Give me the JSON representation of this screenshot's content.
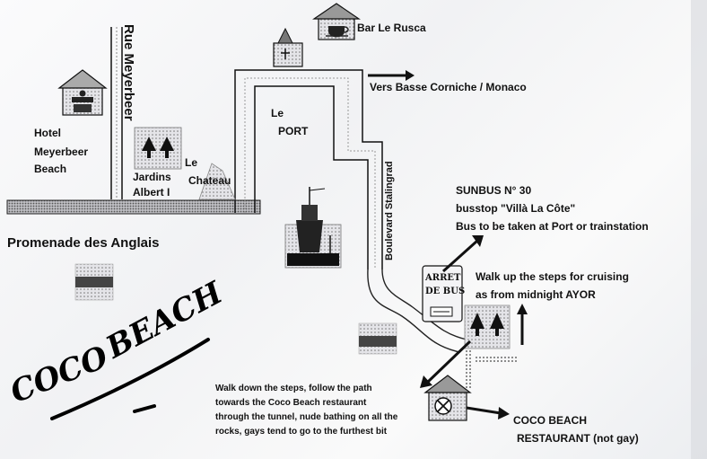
{
  "map": {
    "streets": {
      "rue_meyerbeer": "Rue Meyerbeer",
      "boulevard_stalingrad": "Boulevard Stalingrad",
      "promenade": "Promenade des Anglais"
    },
    "places": {
      "bar": "Bar Le Rusca",
      "direction": "Vers Basse Corniche / Monaco",
      "port_line1": "Le",
      "port_line2": "PORT",
      "hotel_lines": [
        "Hotel",
        "Meyerbeer",
        "Beach"
      ],
      "jardins_lines": [
        "Jardins",
        "Albert I"
      ],
      "chateau_lines": [
        "Le",
        "Chateau"
      ],
      "bus_stop_lines": [
        "ARRET",
        "DE BUS"
      ],
      "coco_lines": [
        "COCO BEACH",
        "RESTAURANT (not gay)"
      ]
    },
    "bus_info": {
      "line1": "SUNBUS N° 30",
      "line2": "busstop \"Villà La Côte\"",
      "line3": "Bus to be taken at Port or trainstation"
    },
    "cruising_lines": [
      "Walk up the steps for cruising",
      "as from midnight  AYOR"
    ],
    "directions_lines": [
      "Walk down the steps, follow the path",
      "towards the Coco Beach restaurant",
      "through the tunnel, nude bathing on all the",
      "rocks, gays tend to go to the furthest bit"
    ],
    "handwritten": {
      "word1": "COCO",
      "word2": "BEACH"
    }
  }
}
